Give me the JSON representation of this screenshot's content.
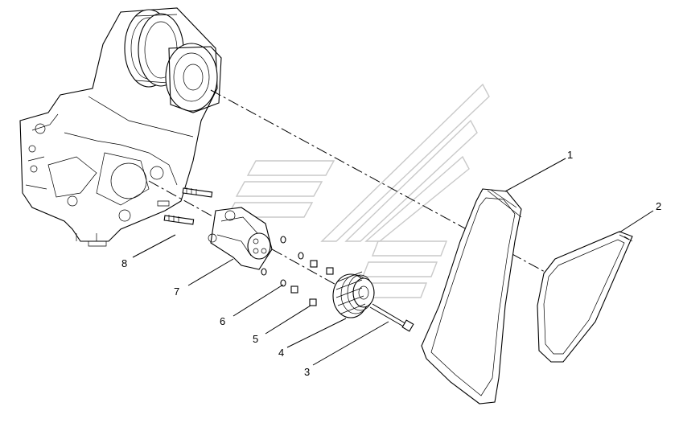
{
  "callouts": [
    {
      "id": "belt-large",
      "label": "1"
    },
    {
      "id": "belt-small",
      "label": "2"
    },
    {
      "id": "bolt",
      "label": "3"
    },
    {
      "id": "pulley",
      "label": "4"
    },
    {
      "id": "nut",
      "label": "5"
    },
    {
      "id": "washer",
      "label": "6"
    },
    {
      "id": "bracket",
      "label": "7"
    },
    {
      "id": "stud",
      "label": "8"
    }
  ],
  "colors": {
    "ink": "#000000",
    "watermark": "#c9c9c9",
    "background": "#ffffff"
  }
}
